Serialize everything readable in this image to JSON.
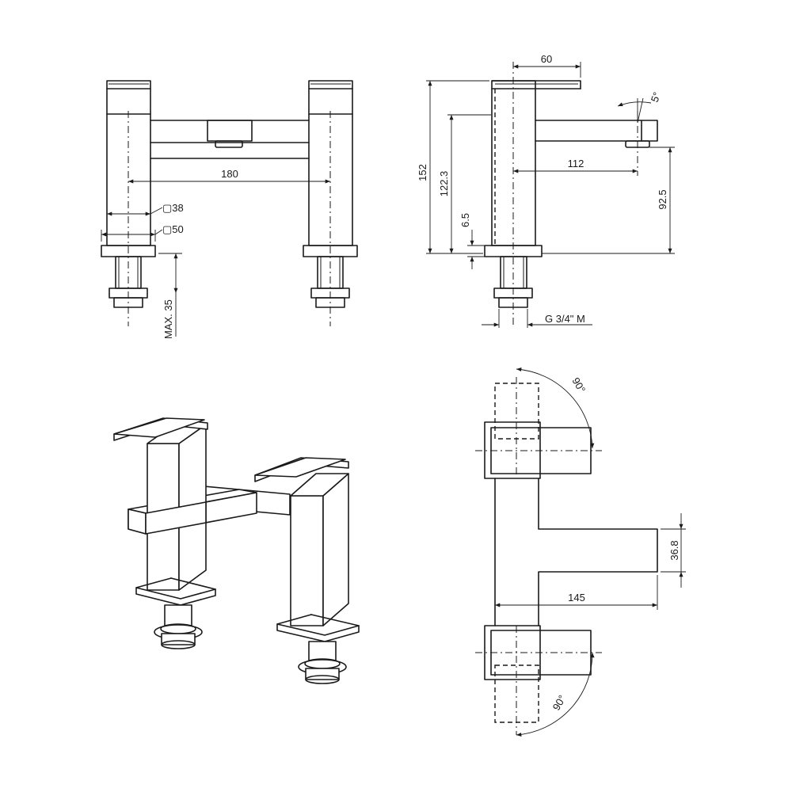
{
  "front_view": {
    "width_label": "180",
    "body_label": "▢38",
    "base_label": "▢50",
    "max_label": "MAX. 35"
  },
  "side_view": {
    "top_label": "60",
    "height_label": "152",
    "spout_height_label": "122.3",
    "base_thickness_label": "6.5",
    "reach_label": "112",
    "outlet_height_label": "92.5",
    "angle_label": "5°",
    "thread_label": "G 3/4\" M"
  },
  "plan_view": {
    "angle_top_label": "90°",
    "angle_bottom_label": "90°",
    "spout_width_label": "36.8",
    "spout_length_label": "145"
  }
}
